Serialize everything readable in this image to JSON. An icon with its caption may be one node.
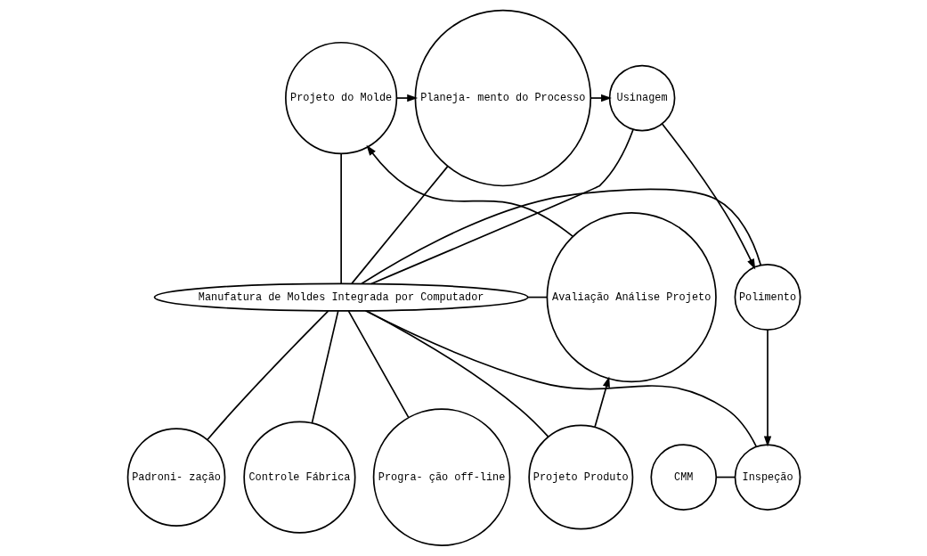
{
  "diagram": {
    "nodes": [
      {
        "text": [
          "Projeto do Molde"
        ]
      },
      {
        "text": [
          "Planeja- mento do Processo"
        ]
      },
      {
        "text": [
          "Usinagem"
        ]
      },
      {
        "text": [
          "Manufatura de Moldes Integrada por Computador"
        ]
      },
      {
        "text": [
          "Avaliação Análise Projeto"
        ]
      },
      {
        "text": [
          "Polimento"
        ]
      },
      {
        "text": [
          "Projeto Produto"
        ]
      },
      {
        "text": [
          "Padroni- zação"
        ]
      },
      {
        "text": [
          "Controle Fábrica"
        ]
      },
      {
        "text": [
          "Progra- ção off-line"
        ]
      },
      {
        "text": [
          "CMM"
        ]
      },
      {
        "text": [
          "Inspeção"
        ]
      }
    ],
    "edges": [
      {
        "from": 6,
        "to": 4,
        "arrow": "to"
      },
      {
        "from": 4,
        "to": 0,
        "arrow": "to"
      },
      {
        "from": 0,
        "to": 1,
        "arrow": "to"
      },
      {
        "from": 1,
        "to": 2,
        "arrow": "to"
      },
      {
        "from": 2,
        "to": 5,
        "arrow": "to"
      },
      {
        "from": 5,
        "to": 11,
        "arrow": "to"
      },
      {
        "from": 3,
        "to": 0,
        "arrow": "none"
      },
      {
        "from": 3,
        "to": 1,
        "arrow": "none"
      },
      {
        "from": 3,
        "to": 2,
        "arrow": "none"
      },
      {
        "from": 3,
        "to": 4,
        "arrow": "none"
      },
      {
        "from": 3,
        "to": 5,
        "arrow": "none"
      },
      {
        "from": 3,
        "to": 6,
        "arrow": "none"
      },
      {
        "from": 3,
        "to": 7,
        "arrow": "none"
      },
      {
        "from": 3,
        "to": 8,
        "arrow": "none"
      },
      {
        "from": 3,
        "to": 9,
        "arrow": "none"
      },
      {
        "from": 3,
        "to": 11,
        "arrow": "none"
      },
      {
        "from": 10,
        "to": 11,
        "arrow": "none"
      }
    ]
  }
}
